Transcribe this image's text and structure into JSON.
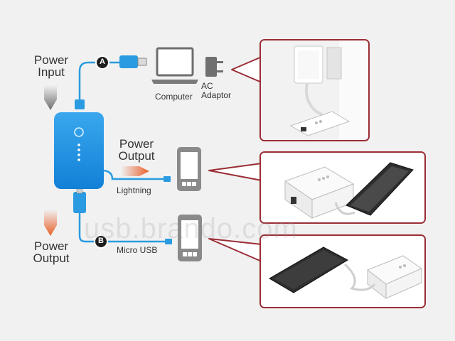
{
  "labels": {
    "power_input": [
      "Power",
      "Input"
    ],
    "power_output_mid": [
      "Power",
      "Output"
    ],
    "power_output_bottom": [
      "Power",
      "Output"
    ],
    "computer": "Computer",
    "ac_adaptor": [
      "AC",
      "Adaptor"
    ],
    "lightning": "Lightning",
    "micro_usb": "Micro USB",
    "badge_a": "A",
    "badge_b": "B",
    "watermark": "usb.brando.com"
  },
  "colors": {
    "cable": "#2a9be0",
    "powerbank": "#1a8fe3",
    "photo_border": "#9b2d35",
    "badge": "#1f1f1f",
    "arrow_input": "#6e6e6e",
    "arrow_output": "#e8602a"
  },
  "icons": [
    "usb-a-plug-icon",
    "laptop-icon",
    "ac-adaptor-icon",
    "smartphone-icon",
    "powerbank-icon"
  ]
}
